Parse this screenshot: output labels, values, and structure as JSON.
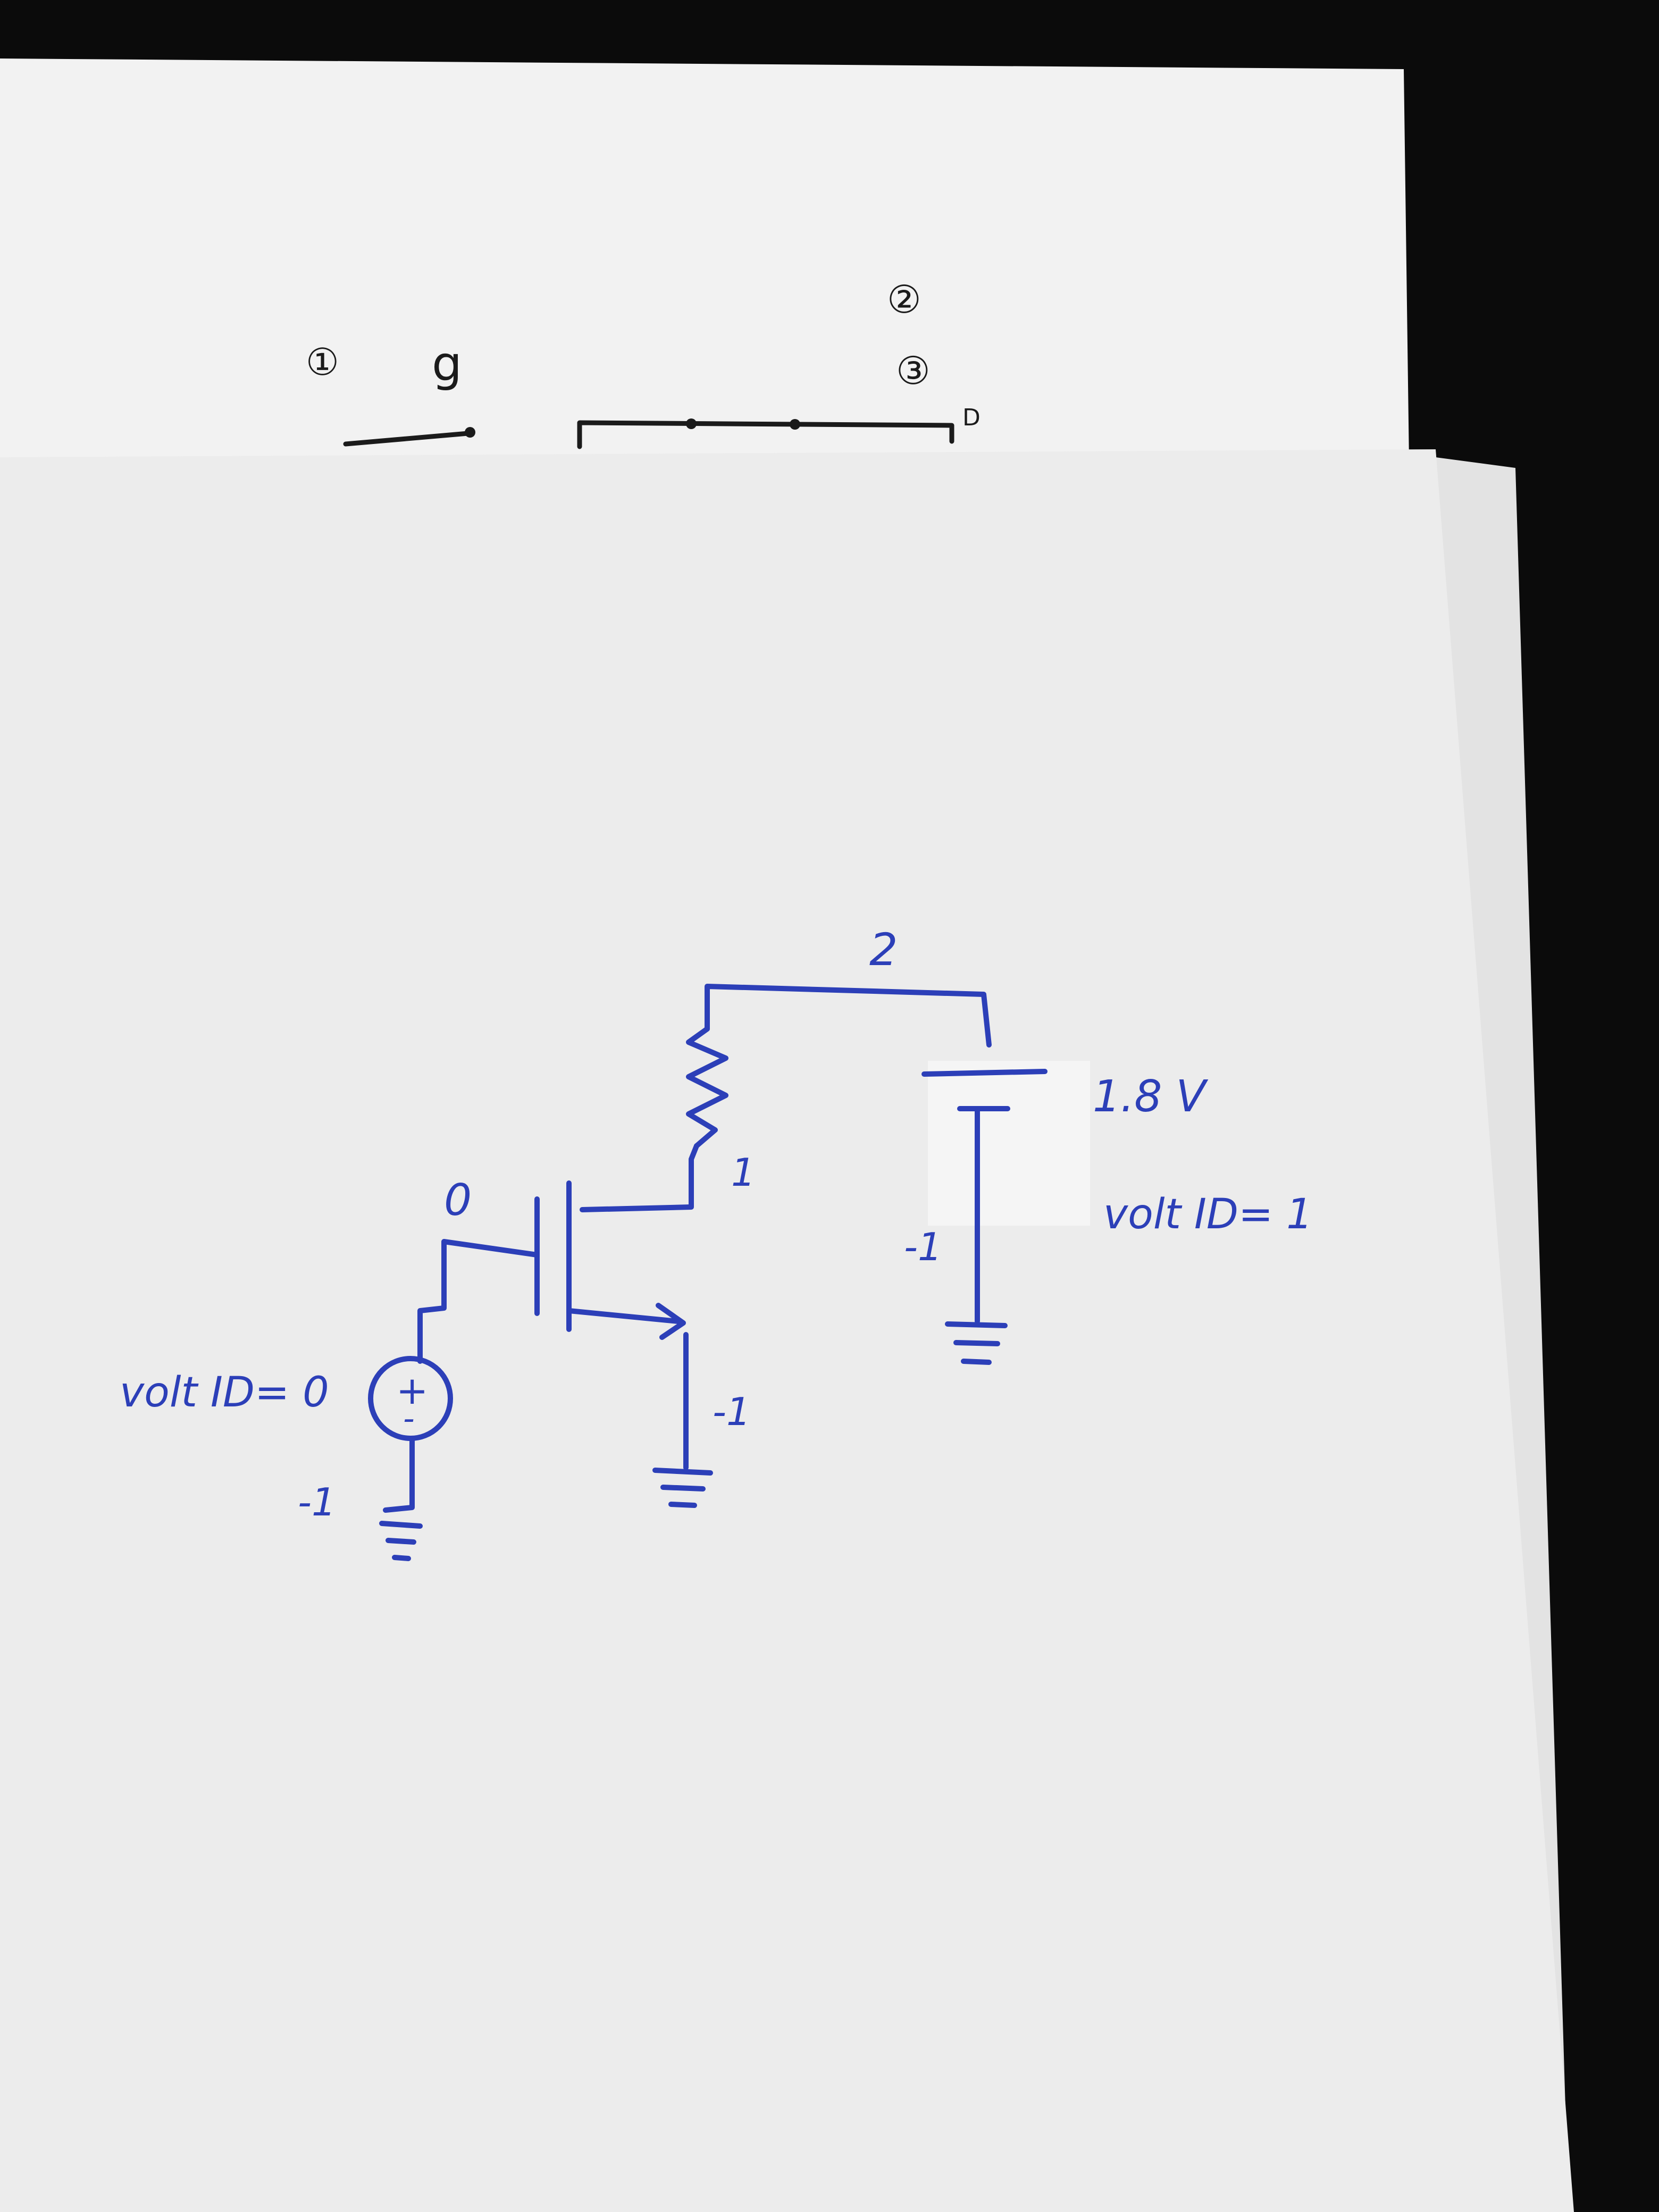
{
  "top_sheet": {
    "marker_1": "①",
    "marker_2": "②",
    "marker_3": "③",
    "label_g": "g",
    "label_d": "D"
  },
  "circuit": {
    "node_top": "2",
    "node_drain": "1",
    "node_gate": "0",
    "source_node": "-1",
    "battery_neg_node": "-1",
    "vsource_neg_node": "-1",
    "battery_value": "1.8 V",
    "battery_id": "volt ID= 1",
    "vsource_id": "volt ID= 0",
    "vsource_plus": "+",
    "vsource_minus": "-"
  },
  "colors": {
    "paper": "#ececec",
    "paper_back": "#f3f3f3",
    "background": "#0b0b0b",
    "ink_blue": "#2c3fb8",
    "ink_black": "#1b1b1b"
  }
}
